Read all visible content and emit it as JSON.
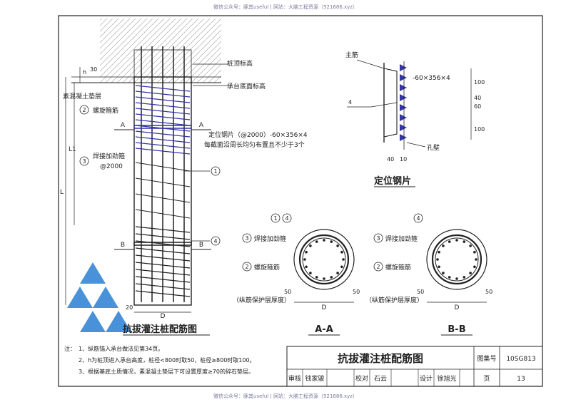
{
  "watermark": {
    "top": "微信公众号：豚其useful | 网站：大脑工程资源（521686.xyz）",
    "bottom": "微信公众号：豚其useful | 网站：大脑工程资源（521686.xyz）"
  },
  "left_diagram": {
    "pile_top_elev": "桩顶标高",
    "cap_bottom_elev": "承台底面标高",
    "dim_h": "h",
    "dim_30": "30",
    "lean_concrete": "素混凝土垫层",
    "spiral_stirrup": "螺旋箍筋",
    "section_a": "A",
    "section_b": "B",
    "locating_plate": "定位钢片（@2000）-60×356×4",
    "locating_plate_note": "每截面沿周长均匀布置且不少于3个",
    "welded_hoop": "焊接加劲箍",
    "welded_hoop_spacing": "@2000",
    "dim_L1": "L1",
    "dim_L": "L",
    "dim_D": "D",
    "dim_20": "20",
    "title": "抗拔灌注桩配筋图",
    "marks": {
      "m1": "1",
      "m2": "2",
      "m3": "3",
      "m4": "4"
    }
  },
  "plate_detail": {
    "main_bar": "主筋",
    "plate_size": "-60×356×4",
    "dim_4": "4",
    "dim_100a": "100",
    "dim_40": "40",
    "dim_60": "60",
    "dim_100b": "100",
    "dim_40w": "40",
    "dim_10w": "10",
    "hole_wall": "孔壁",
    "title": "定位钢片"
  },
  "section_aa": {
    "mark_1": "1",
    "mark_4": "4",
    "mark_3": "3",
    "mark_2": "2",
    "welded_hoop": "焊接加劲箍",
    "spiral_stirrup": "螺旋箍筋",
    "dim_50l": "50",
    "dim_50r": "50",
    "cover": "（纵筋保护层厚度）",
    "dim_D": "D",
    "title": "A-A"
  },
  "section_bb": {
    "mark_4": "4",
    "mark_3": "3",
    "mark_2": "2",
    "welded_hoop": "焊接加劲箍",
    "spiral_stirrup": "螺旋箍筋",
    "dim_50l": "50",
    "dim_50r": "50",
    "cover": "（纵筋保护层厚度）",
    "dim_D": "D",
    "title": "B-B"
  },
  "notes": {
    "label": "注：",
    "n1": "1、纵筋锚入承台做法见第34页。",
    "n2": "2、h为桩顶进入承台高度，桩径<800时取50，桩径≥800时取100。",
    "n3": "3、根据基底土质情况，素混凝土垫层下可设置厚度≥70的碎石垫层。"
  },
  "title_block": {
    "drawing_title": "抗拔灌注桩配筋图",
    "atlas_label": "图集号",
    "atlas_no": "10SG813",
    "review_label": "审核",
    "review_name": "钱家骏",
    "check_label": "校对",
    "check_name": "石云",
    "design_label": "设计",
    "design_name": "徐旭光",
    "page_label": "页",
    "page_no": "13"
  },
  "colors": {
    "line": "#222222",
    "blue_stirrup": "#3333aa",
    "logo_blue": "#2a7fd4"
  }
}
